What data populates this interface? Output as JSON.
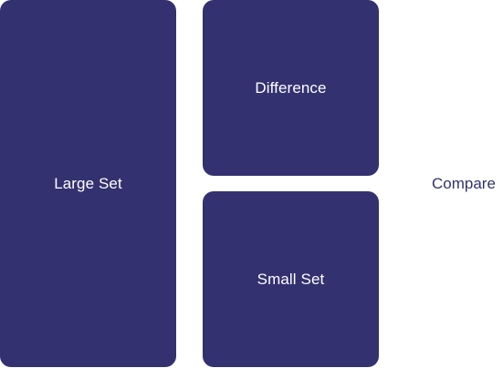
{
  "diagram": {
    "large_set": "Large Set",
    "difference": "Difference",
    "small_set": "Small Set",
    "compare": "Compare"
  },
  "colors": {
    "block_fill": "#33316f",
    "block_text": "#ffffff",
    "label_text": "#33316f"
  }
}
